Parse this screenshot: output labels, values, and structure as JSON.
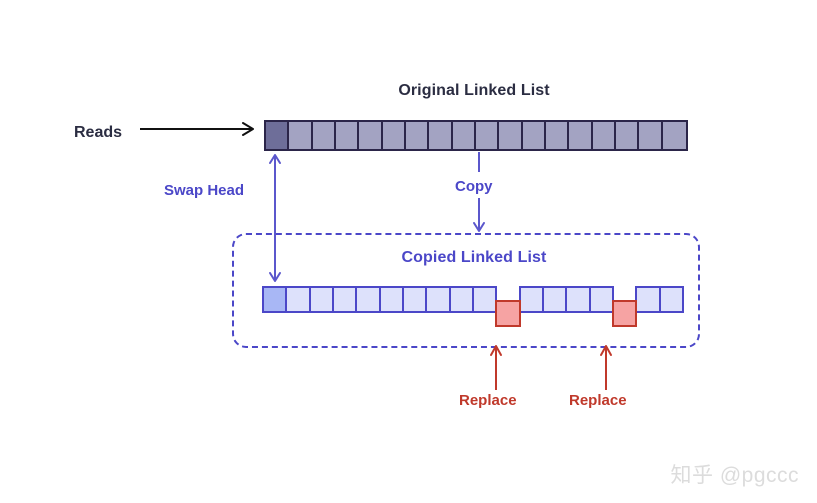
{
  "diagram": {
    "original": {
      "title": "Original Linked List",
      "cell_count": 18,
      "head_index": 0,
      "cell_fill": "#a3a3c2",
      "head_fill": "#6e6e99",
      "border_color": "#2b2549"
    },
    "copied": {
      "title": "Copied Linked List",
      "cell_count": 18,
      "head_index": 0,
      "replaced_indices": [
        10,
        15
      ],
      "cell_fill": "#dde1fb",
      "head_fill": "#a8b7f5",
      "replaced_fill": "#f6a3a3",
      "border_color": "#4b47c8",
      "replaced_border_color": "#c0392b"
    },
    "labels": {
      "reads": "Reads",
      "swap_head": "Swap Head",
      "copy": "Copy",
      "replace_left": "Replace",
      "replace_right": "Replace"
    },
    "colors": {
      "title_dark": "#2b2d42",
      "accent_purple": "#4b47c8",
      "accent_red": "#c0392b",
      "background": "#ffffff",
      "watermark": "#dcdcdc"
    },
    "watermark": "知乎 @pgccc"
  }
}
